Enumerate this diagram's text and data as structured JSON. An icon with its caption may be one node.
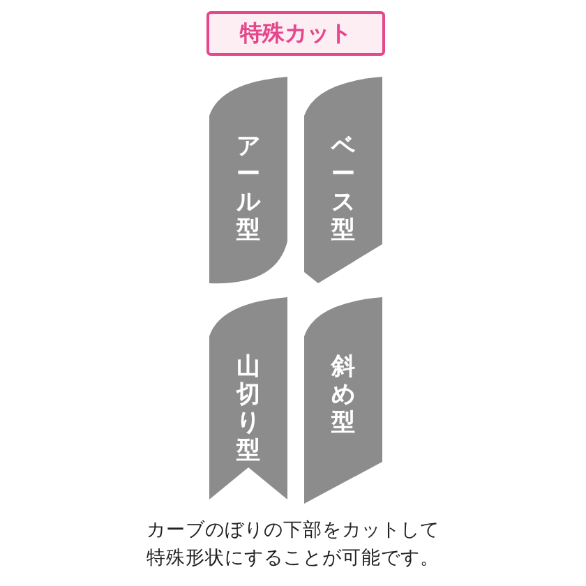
{
  "diagram": {
    "title": "特殊カット",
    "nodes": [
      {
        "text": [
          "アール型"
        ]
      },
      {
        "text": [
          "ベース型"
        ]
      },
      {
        "text": [
          "山切り型"
        ]
      },
      {
        "text": [
          "斜め型"
        ]
      }
    ],
    "caption": "カーブのぼりの下部をカットして特殊形状にすることが可能です。"
  }
}
